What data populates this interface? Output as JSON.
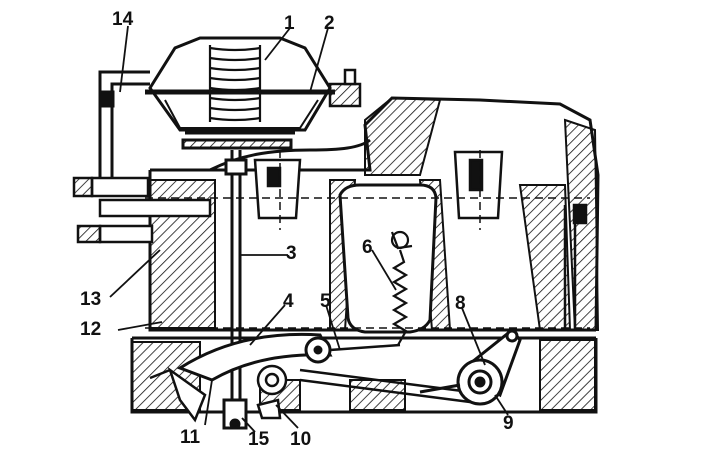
{
  "diagram": {
    "callouts": [
      {
        "id": "c1",
        "text": "1"
      },
      {
        "id": "c2",
        "text": "2"
      },
      {
        "id": "c3",
        "text": "3"
      },
      {
        "id": "c4",
        "text": "4"
      },
      {
        "id": "c5",
        "text": "5"
      },
      {
        "id": "c6",
        "text": "6"
      },
      {
        "id": "c8",
        "text": "8"
      },
      {
        "id": "c9",
        "text": "9"
      },
      {
        "id": "c10",
        "text": "10"
      },
      {
        "id": "c11",
        "text": "11"
      },
      {
        "id": "c12",
        "text": "12"
      },
      {
        "id": "c13",
        "text": "13"
      },
      {
        "id": "c14",
        "text": "14"
      },
      {
        "id": "c15",
        "text": "15"
      }
    ]
  },
  "colors": {
    "ink": "#111111",
    "background": "#ffffff"
  }
}
